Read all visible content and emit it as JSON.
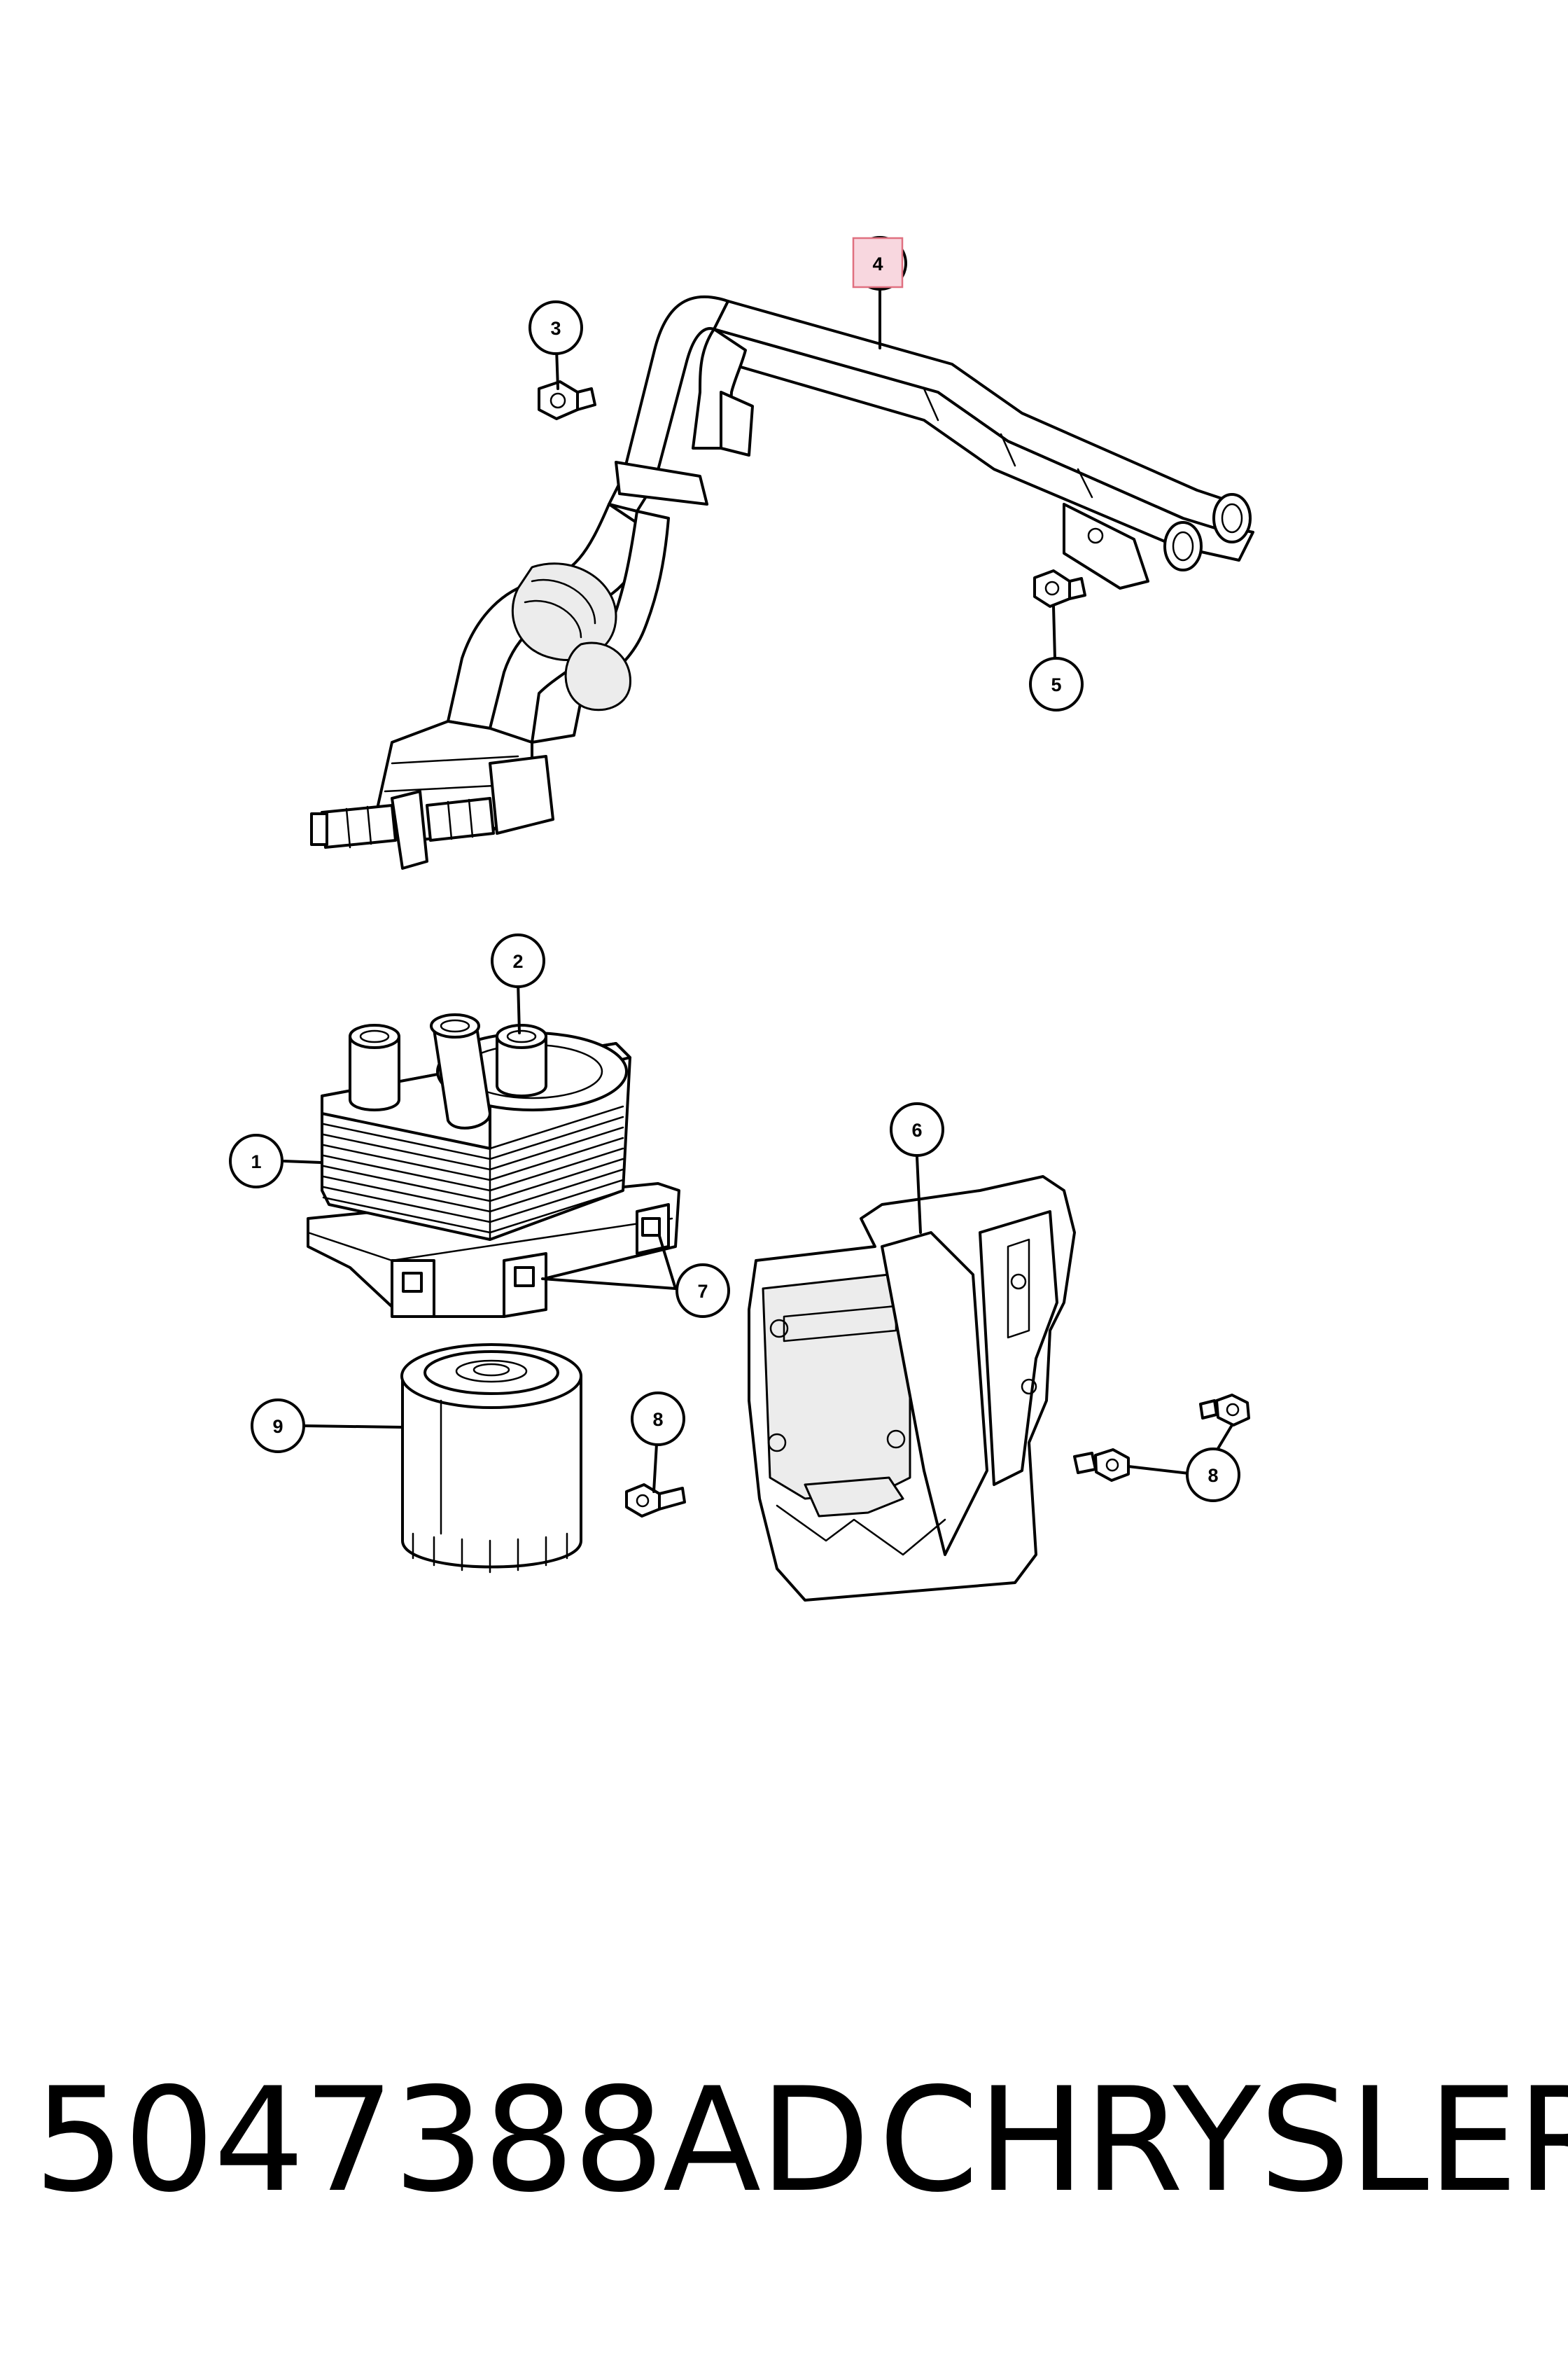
{
  "callouts": [
    {
      "id": "c1",
      "label": "1"
    },
    {
      "id": "c2",
      "label": "2"
    },
    {
      "id": "c3",
      "label": "3"
    },
    {
      "id": "c4",
      "label": "4",
      "highlighted": true
    },
    {
      "id": "c5",
      "label": "5"
    },
    {
      "id": "c6",
      "label": "6"
    },
    {
      "id": "c7",
      "label": "7"
    },
    {
      "id": "c8a",
      "label": "8"
    },
    {
      "id": "c8b",
      "label": "8"
    },
    {
      "id": "c9",
      "label": "9"
    }
  ],
  "footer": {
    "part_number": "5047388AD",
    "brand": "CHRYSLER"
  },
  "colors": {
    "line": "#000000",
    "highlight_fill": "#f8d7df",
    "highlight_stroke": "#e07080",
    "shadow": "#e8e8e8"
  }
}
